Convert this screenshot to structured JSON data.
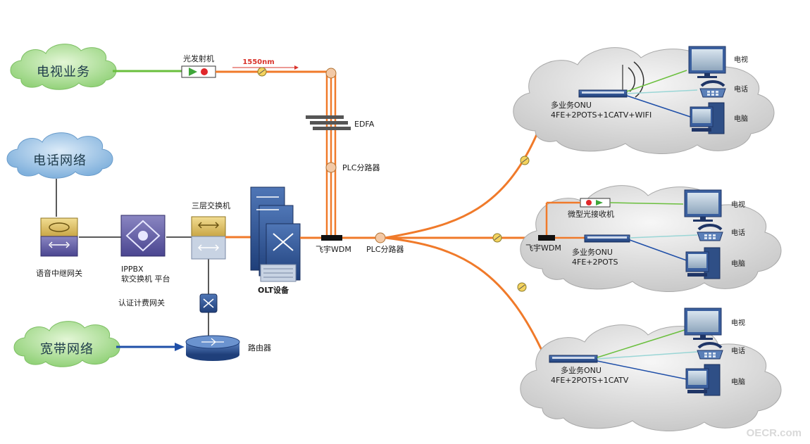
{
  "clouds": {
    "tv": "电视业务",
    "phone": "电话网络",
    "broadband": "宽带网络"
  },
  "labels": {
    "transmitter": "光发射机",
    "wavelength": "1550nm",
    "edfa": "EDFA",
    "plc_top": "PLC分路器",
    "plc_main": "PLC分路器",
    "wdm_main": "飞宇WDM",
    "olt": "OLT设备",
    "l3_switch": "三层交换机",
    "voice_gateway": "语音中继网关",
    "ippbx_line1": "IPPBX",
    "ippbx_line2": "软交换机 平台",
    "auth_gateway": "认证计费网关",
    "router": "路由器",
    "watermark": "OECR.com"
  },
  "sites": {
    "top": {
      "onu_line1": "多业务ONU",
      "onu_line2": "4FE+2POTS+1CATV+WIFI",
      "tv": "电视",
      "phone": "电话",
      "pc": "电脑"
    },
    "middle": {
      "receiver": "微型光接收机",
      "wdm": "飞宇WDM",
      "onu_line1": "多业务ONU",
      "onu_line2": "4FE+2POTS",
      "tv": "电视",
      "phone": "电话",
      "pc": "电脑"
    },
    "bottom": {
      "onu_line1": "多业务ONU",
      "onu_line2": "4FE+2POTS+1CATV",
      "tv": "电视",
      "phone": "电话",
      "pc": "电脑"
    }
  },
  "colors": {
    "fiber": "#f07a2a",
    "tv_cloud": "#a8dc8e",
    "phone_cloud": "#8fbde3",
    "broadband_cloud": "#b5e096",
    "site_cloud": "#d9d9d9",
    "tv_link": "#6abf3d",
    "broadband_link": "#1f4fa8",
    "phone_link": "#9ad6d6",
    "device_blue": "#3a5f9e"
  }
}
